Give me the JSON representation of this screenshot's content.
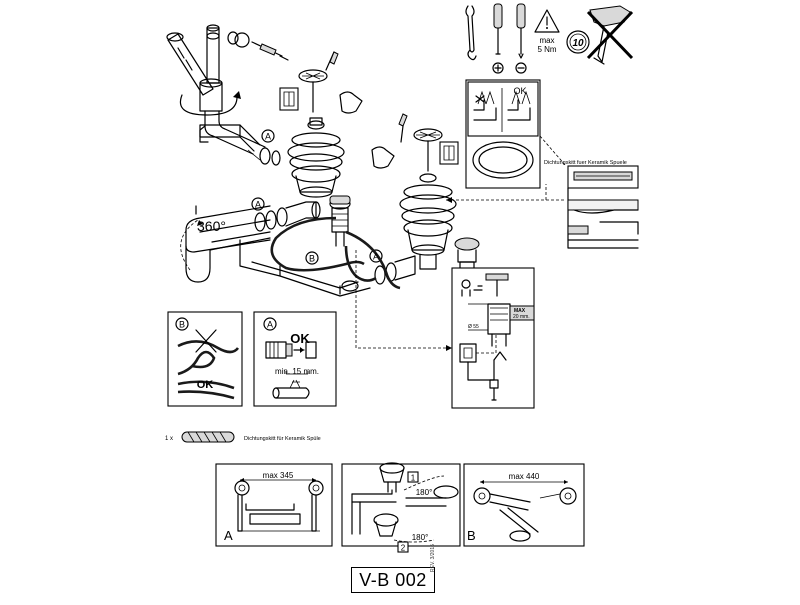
{
  "labels": {
    "torque": "max\n5 Nm",
    "torque_line1": "max",
    "torque_line2": "5 Nm",
    "plus_symbol": "⊕",
    "minus_symbol": "⊖",
    "inset_ok": "OK",
    "ceramic_kit_label": "Dichtungskitt fuer Keramik Spuele",
    "rotation_angle": "360°",
    "callout_a": "A",
    "callout_b": "B",
    "detail_a_ok": "OK",
    "detail_a_min": "min. 15 mm.",
    "detail_b_ok": "OK",
    "dim_55": "Ø 55",
    "dim_max": "MAX",
    "dim_20mm": "20 mm.",
    "kit_qty": "1 x",
    "kit_label": "Dichtungskitt für Keramik Spüle",
    "variant_a_dim": "max 345",
    "variant_a_letter": "A",
    "variant_mid_step1": "1",
    "variant_mid_step2": "2",
    "variant_mid_angle1": "180°",
    "variant_mid_angle2": "180°",
    "variant_b_dim": "max 440",
    "variant_b_letter": "B",
    "doc_code": "V-B 002",
    "revision": "REV. 3/2015"
  },
  "icons": [
    "wrench-icon",
    "screwdriver-flat-icon",
    "screwdriver-cross-icon",
    "warning-triangle-icon",
    "ten-year-badge-icon",
    "no-chemical-cleaner-icon"
  ]
}
